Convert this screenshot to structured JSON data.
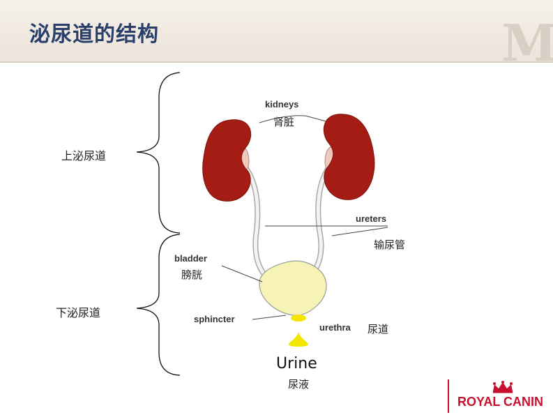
{
  "title": "泌尿道的结构",
  "watermark": "M",
  "regions": {
    "upper": "上泌尿道",
    "lower": "下泌尿道"
  },
  "labels": {
    "kidneys_en": "kidneys",
    "kidneys_zh": "肾脏",
    "ureters_en": "ureters",
    "ureters_zh": "输尿管",
    "bladder_en": "bladder",
    "bladder_zh": "膀胱",
    "sphincter_en": "sphincter",
    "urethra_en": "urethra",
    "urethra_zh": "尿道",
    "urine_en": "Urine",
    "urine_zh": "尿液"
  },
  "logo": {
    "text": "ROYAL CANIN",
    "icon": "crown-icon"
  },
  "colors": {
    "title": "#2a3f6a",
    "kidney": "#a51c14",
    "bladder": "#f7f2b6",
    "urine": "#f5e600",
    "brand": "#c8102e"
  }
}
